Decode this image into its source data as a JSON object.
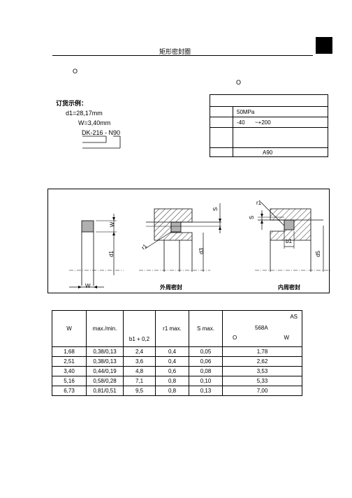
{
  "header": {
    "title": "矩形密封圈"
  },
  "intro": {
    "mark_left": "O",
    "mark_right": "O"
  },
  "order_example": {
    "title": "订货示例：",
    "d1": "d1=28,17mm",
    "w": "W=3,40mm",
    "code": "DK-216 - N90"
  },
  "spec_table": {
    "pressure": "50MPa",
    "temp_min": "-40",
    "temp_max": "~+200",
    "hardness": "A90"
  },
  "diagram": {
    "label_w_vertical": "W",
    "label_d1": "d1",
    "label_w_bottom": "W",
    "label_s_outer": "S",
    "label_r1_outer": "r1",
    "label_d3": "d3",
    "caption_outer": "外周密封",
    "label_r1_inner": "r1",
    "label_s_inner": "S",
    "label_b1": "b1",
    "label_d5": "d5",
    "caption_inner": "内周密封"
  },
  "dim_table": {
    "headers": {
      "w": "W",
      "tol": "max./min.",
      "b1": "b1 + 0,2",
      "r1": "r1 max.",
      "s": "S max.",
      "as_top": "AS",
      "as_num": "568A",
      "as_o": "O",
      "as_w": "W"
    },
    "rows": [
      [
        "1,68",
        "0,38/0,13",
        "2,4",
        "0,4",
        "0,05",
        "1,78"
      ],
      [
        "2,51",
        "0,38/0,13",
        "3,6",
        "0,4",
        "0,06",
        "2,62"
      ],
      [
        "3,40",
        "0,44/0,19",
        "4,8",
        "0,6",
        "0,08",
        "3,53"
      ],
      [
        "5,16",
        "0,58/0,28",
        "7,1",
        "0,8",
        "0,10",
        "5,33"
      ],
      [
        "6,73",
        "0,81/0,51",
        "9,5",
        "0,8",
        "0,13",
        "7,00"
      ]
    ]
  }
}
